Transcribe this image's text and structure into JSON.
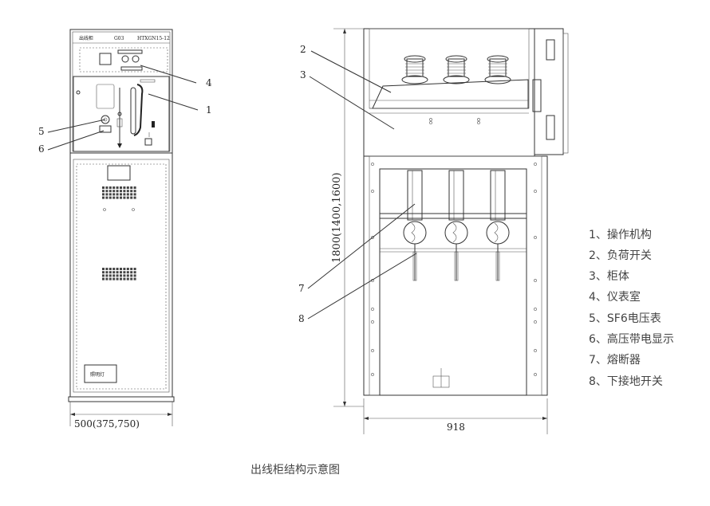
{
  "caption": "出线柜结构示意图",
  "front_view": {
    "nameplate_left": "出线柜",
    "nameplate_mid": "G03",
    "nameplate_right": "HTXGN15-12",
    "lamp_label": "照明灯",
    "width_dim": "500(375,750)"
  },
  "side_view": {
    "height_dim": "1800(1400,1600)",
    "width_dim": "918"
  },
  "callout_numbers": [
    "1",
    "2",
    "3",
    "4",
    "5",
    "6",
    "7",
    "8"
  ],
  "legend": [
    "1、操作机构",
    "2、负荷开关",
    "3、柜体",
    "4、仪表室",
    "5、SF6电压表",
    "6、高压带电显示",
    "7、熔断器",
    "8、下接地开关"
  ]
}
